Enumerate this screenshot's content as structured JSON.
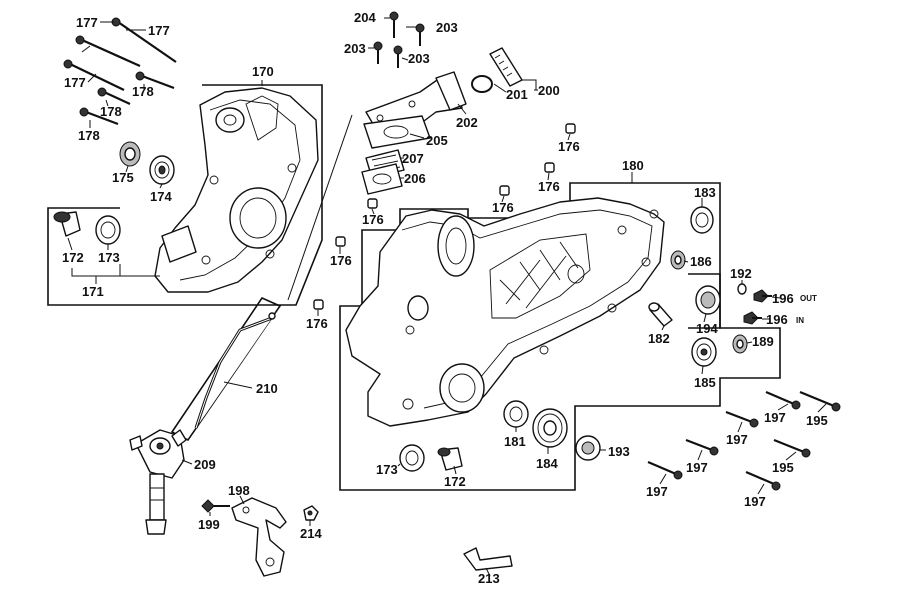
{
  "labels": {
    "l177a": "177",
    "l177b": "177",
    "l177c": "177",
    "l178a": "178",
    "l178b": "178",
    "l178c": "178",
    "l170": "170",
    "l175": "175",
    "l174": "174",
    "l172a": "172",
    "l173a": "173",
    "l171": "171",
    "l204": "204",
    "l203a": "203",
    "l203b": "203",
    "l203c": "203",
    "l200": "200",
    "l201": "201",
    "l202": "202",
    "l205": "205",
    "l207": "207",
    "l206": "206",
    "l176a": "176",
    "l176b": "176",
    "l176c": "176",
    "l176d": "176",
    "l176e": "176",
    "l176f": "176",
    "l180": "180",
    "l183": "183",
    "l186": "186",
    "l192": "192",
    "l196a": "196",
    "l196b": "196",
    "out": "OUT",
    "in": "IN",
    "l194": "194",
    "l182": "182",
    "l189": "189",
    "l185": "185",
    "l197a": "197",
    "l197b": "197",
    "l197c": "197",
    "l197d": "197",
    "l197e": "197",
    "l195a": "195",
    "l195b": "195",
    "l181": "181",
    "l184": "184",
    "l193": "193",
    "l173b": "173",
    "l172b": "172",
    "l210": "210",
    "l209": "209",
    "l198": "198",
    "l199": "199",
    "l214": "214",
    "l213": "213"
  }
}
